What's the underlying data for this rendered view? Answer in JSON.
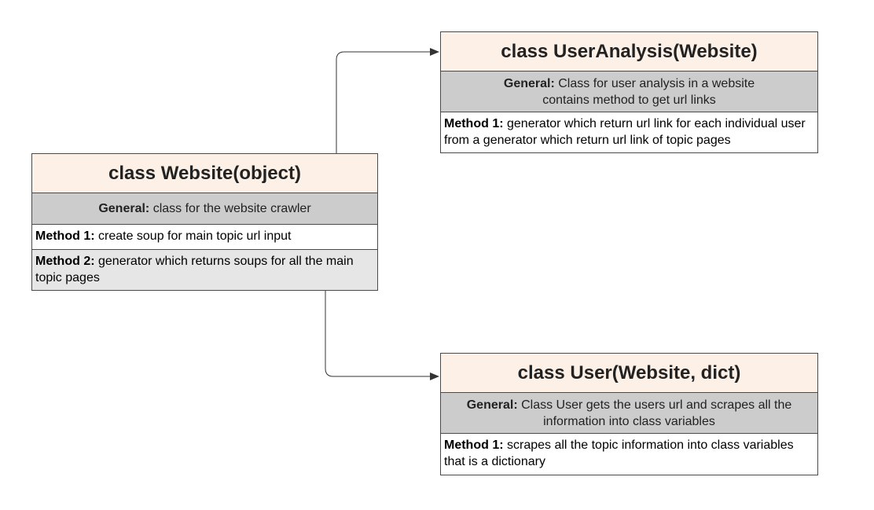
{
  "classes": {
    "website": {
      "title": "class Website(object)",
      "general_label": "General:",
      "general_text": " class for the website crawler",
      "methods": [
        {
          "label": "Method 1:",
          "text": " create soup for main topic url input"
        },
        {
          "label": "Method 2:",
          "text": " generator which returns soups for all the main topic pages"
        }
      ]
    },
    "user_analysis": {
      "title": "class UserAnalysis(Website)",
      "general_label": "General:",
      "general_text": " Class for user analysis in a website contains method to get url links",
      "methods": [
        {
          "label": "Method 1:",
          "text": " generator which return url link for each individual user from a generator which return url link of topic pages"
        }
      ]
    },
    "user": {
      "title": "class User(Website, dict)",
      "general_label": "General:",
      "general_text": " Class User gets the users url and scrapes all the information into class variables",
      "methods": [
        {
          "label": "Method 1:",
          "text": " scrapes all the topic information into class variables that is a dictionary"
        }
      ]
    }
  },
  "colors": {
    "title_bg": "#fdf0e6",
    "general_bg": "#cccccc",
    "alt_method_bg": "#e6e6e6",
    "border": "#4a4a4a",
    "connector": "#333333"
  },
  "edges": [
    {
      "from": "website",
      "to": "user_analysis",
      "arrow": "filled"
    },
    {
      "from": "website",
      "to": "user",
      "arrow": "filled"
    }
  ]
}
